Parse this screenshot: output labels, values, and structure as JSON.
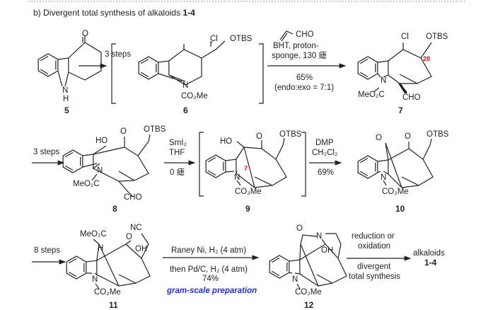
{
  "title": {
    "text": "b) Divergent total synthesis of alkaloids ",
    "bold": "1-4"
  },
  "compounds": {
    "c5": {
      "label": "5",
      "O": "O",
      "N": "N",
      "H": "H"
    },
    "c6": {
      "label": "6",
      "Cl": "Cl",
      "OTBS": "OTBS",
      "N": "N",
      "ester": "CO₂Me"
    },
    "c7": {
      "label": "7",
      "Cl": "Cl",
      "OTBS": "OTBS",
      "N": "N",
      "ester": "MeO₂C",
      "CHO": "CHO",
      "position": "20"
    },
    "c8": {
      "label": "8",
      "HO": "HO",
      "O": "O",
      "OTBS": "OTBS",
      "N": "N",
      "ester": "MeO₂C",
      "CHO": "CHO"
    },
    "c9": {
      "label": "9",
      "HO": "HO",
      "O": "O",
      "OTBS": "OTBS",
      "N": "N",
      "ester": "CO₂Me",
      "position": "7"
    },
    "c10": {
      "label": "10",
      "O1": "O",
      "O2": "O",
      "OTBS": "OTBS",
      "N": "N",
      "ester": "CO₂Me"
    },
    "c11": {
      "label": "11",
      "ester_top": "MeO₂C",
      "NC": "NC",
      "H": "H",
      "O": "O",
      "OH": "OH",
      "N": "N",
      "ester": "CO₂Me"
    },
    "c12": {
      "label": "12",
      "O": "O",
      "N_top": "N",
      "OH": "OH",
      "N": "N",
      "ester": "CO₂Me"
    }
  },
  "steps": {
    "s1": {
      "above": "3 steps"
    },
    "s2": {
      "reagent_cho": "CHO",
      "line1": "BHT, proton-",
      "line2": "sponge, 130 瘧",
      "yield": "65%",
      "ratio": "(endo:exo = 7:1)"
    },
    "s3": {
      "above": "3 steps"
    },
    "s4": {
      "line1": "SmI₂",
      "line2": "THF",
      "below": "0 瘧"
    },
    "s5": {
      "line1": "DMP",
      "line2": "CH₂Cl₂",
      "yield": "69%"
    },
    "s6": {
      "above": "8 steps"
    },
    "s7": {
      "above": "Raney Ni, H₂ (4 atm)",
      "below1": "then Pd/C, H₂ (4 atm)",
      "yield": "74%",
      "note": "gram-scale preparation"
    },
    "s8": {
      "above1": "reduction or",
      "above2": "oxidation",
      "below1": "divergent",
      "below2": "total synthesis"
    }
  },
  "product": {
    "line1": "alkaloids",
    "line2": "1-4"
  },
  "colors": {
    "note": "#2030e0",
    "position_marker": "#ee0000"
  }
}
